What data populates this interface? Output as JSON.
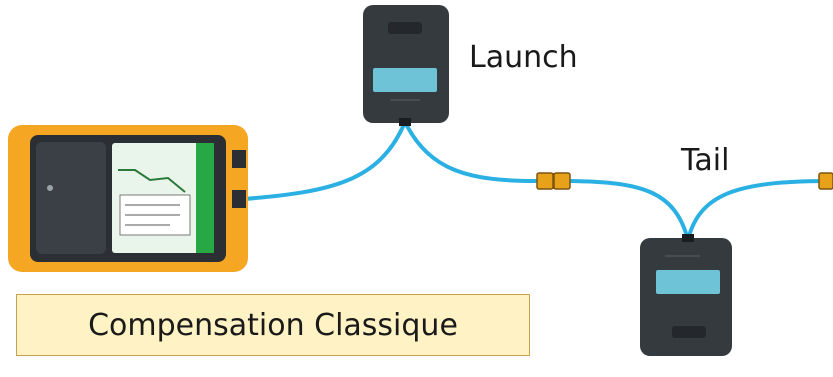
{
  "labels": {
    "launch": "Launch",
    "tail": "Tail",
    "caption": "Compensation Classique"
  },
  "colors": {
    "fiber": "#2bb0e3",
    "tester_body": "#f5a623",
    "tester_dark": "#2b2f33",
    "tester_screen": "#e9f4ea",
    "connector": "#e8a21a",
    "box_body": "#353a3f",
    "box_window": "#6fc3d6",
    "caption_fill": "#fff2c4",
    "caption_border": "#c9a24a"
  },
  "icons": {
    "tester": "otdr-tester-icon",
    "launch_box": "launch-fiber-box-icon",
    "tail_box": "tail-fiber-box-icon",
    "connector": "fiber-connector-icon"
  }
}
